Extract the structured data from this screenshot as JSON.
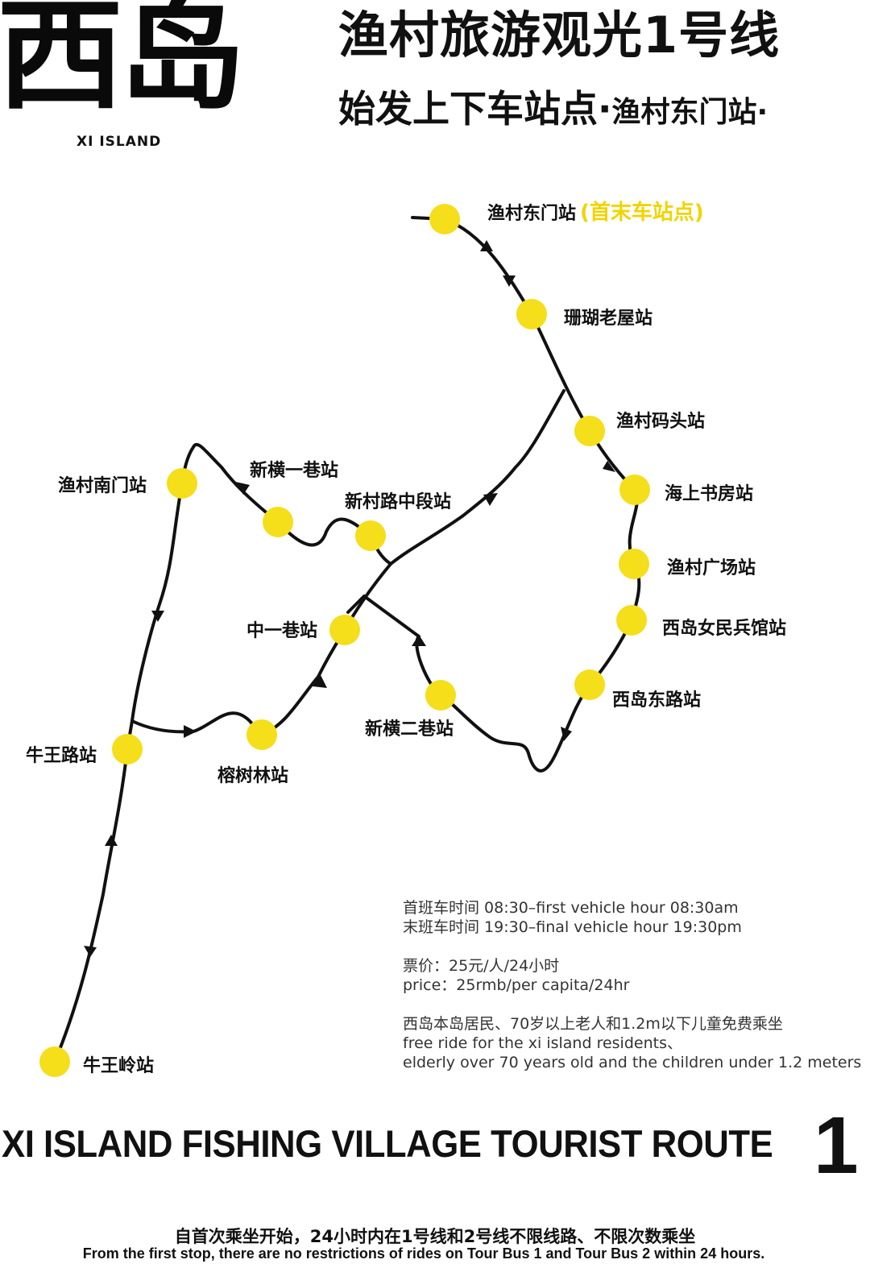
{
  "logo": {
    "cn": "西岛",
    "en": "XI ISLAND"
  },
  "header": {
    "title": "渔村旅游观光1号线",
    "subtitle_prefix": "始发上下车站点·",
    "subtitle_station": "渔村东门站·"
  },
  "stations": {
    "yucun_dongmen": "渔村东门站",
    "terminal_note": "(首末车站点)",
    "shanhu_laowu": "珊瑚老屋站",
    "yucun_matou": "渔村码头站",
    "haishang_shufang": "海上书房站",
    "yucun_guangchang": "渔村广场站",
    "xidao_minbing": "西岛女民兵馆站",
    "xidao_donglu": "西岛东路站",
    "xinheng_erxiang": "新横二巷站",
    "zhongyi_xiang": "中一巷站",
    "xincunlu_zhongduan": "新村路中段站",
    "xinheng_yixiang": "新横一巷站",
    "yucun_nanmen": "渔村南门站",
    "niuwang_lu": "牛王路站",
    "rongshulin": "榕树林站",
    "niuwang_ling": "牛王岭站"
  },
  "info": {
    "first_bus": "首班车时间 08:30–first vehicle hour  08:30am",
    "last_bus": "末班车时间 19:30–final vehicle hour 19:30pm",
    "price_cn": "票价：25元/人/24小时",
    "price_en": "price：25rmb/per capita/24hr",
    "free_cn": "西岛本岛居民、70岁以上老人和1.2m以下儿童免费乘坐",
    "free_en1": "free ride for the xi island residents、",
    "free_en2": "elderly over 70 years old and the children under 1.2 meters"
  },
  "footer": {
    "route_title": "XI ISLAND FISHING VILLAGE TOURIST ROUTE",
    "route_number": "1",
    "note_cn": "自首次乘坐开始，24小时内在1号线和2号线不限线路、不限次数乘坐",
    "note_en": "From the first stop, there are no restrictions of rides on Tour Bus 1 and Tour Bus 2 within 24 hours."
  },
  "colors": {
    "station": "#f5de1a",
    "line": "#111111",
    "terminal_note": "#f0d400"
  }
}
